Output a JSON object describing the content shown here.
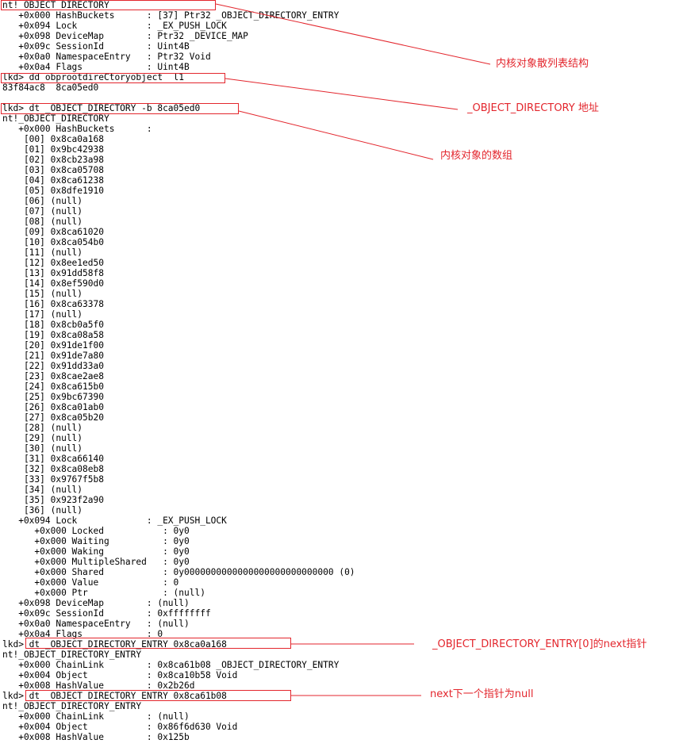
{
  "console_lines": [
    "nt!_OBJECT_DIRECTORY",
    "   +0x000 HashBuckets      : [37] Ptr32 _OBJECT_DIRECTORY_ENTRY",
    "   +0x094 Lock             : _EX_PUSH_LOCK",
    "   +0x098 DeviceMap        : Ptr32 _DEVICE_MAP",
    "   +0x09c SessionId        : Uint4B",
    "   +0x0a0 NamespaceEntry   : Ptr32 Void",
    "   +0x0a4 Flags            : Uint4B",
    "lkd> dd obprootdireCtoryobject  l1",
    "83f84ac8  8ca05ed0",
    "",
    "lkd> dt _OBJECT_DIRECTORY -b 8ca05ed0",
    "nt!_OBJECT_DIRECTORY",
    "   +0x000 HashBuckets      :",
    "    [00] 0x8ca0a168",
    "    [01] 0x9bc42938",
    "    [02] 0x8cb23a98",
    "    [03] 0x8ca05708",
    "    [04] 0x8ca61238",
    "    [05] 0x8dfe1910",
    "    [06] (null)",
    "    [07] (null)",
    "    [08] (null)",
    "    [09] 0x8ca61020",
    "    [10] 0x8ca054b0",
    "    [11] (null)",
    "    [12] 0x8ee1ed50",
    "    [13] 0x91dd58f8",
    "    [14] 0x8ef590d0",
    "    [15] (null)",
    "    [16] 0x8ca63378",
    "    [17] (null)",
    "    [18] 0x8cb0a5f0",
    "    [19] 0x8ca08a58",
    "    [20] 0x91de1f00",
    "    [21] 0x91de7a80",
    "    [22] 0x91dd33a0",
    "    [23] 0x8cae2ae8",
    "    [24] 0x8ca615b0",
    "    [25] 0x9bc67390",
    "    [26] 0x8ca01ab0",
    "    [27] 0x8ca05b20",
    "    [28] (null)",
    "    [29] (null)",
    "    [30] (null)",
    "    [31] 0x8ca66140",
    "    [32] 0x8ca08eb8",
    "    [33] 0x9767f5b8",
    "    [34] (null)",
    "    [35] 0x923f2a90",
    "    [36] (null)",
    "   +0x094 Lock             : _EX_PUSH_LOCK",
    "      +0x000 Locked           : 0y0",
    "      +0x000 Waiting          : 0y0",
    "      +0x000 Waking           : 0y0",
    "      +0x000 MultipleShared   : 0y0",
    "      +0x000 Shared           : 0y0000000000000000000000000000 (0)",
    "      +0x000 Value            : 0",
    "      +0x000 Ptr              : (null)",
    "   +0x098 DeviceMap        : (null)",
    "   +0x09c SessionId        : 0xffffffff",
    "   +0x0a0 NamespaceEntry   : (null)",
    "   +0x0a4 Flags            : 0",
    "lkd> dt _OBJECT_DIRECTORY_ENTRY 0x8ca0a168",
    "nt!_OBJECT_DIRECTORY_ENTRY",
    "   +0x000 ChainLink        : 0x8ca61b08 _OBJECT_DIRECTORY_ENTRY",
    "   +0x004 Object           : 0x8ca10b58 Void",
    "   +0x008 HashValue        : 0x2b26d",
    "lkd> dt _OBJECT_DIRECTORY_ENTRY 0x8ca61b08",
    "nt!_OBJECT_DIRECTORY_ENTRY",
    "   +0x000 ChainLink        : (null)",
    "   +0x004 Object           : 0x86f6d630 Void",
    "   +0x008 HashValue        : 0x125b"
  ],
  "annotations": [
    {
      "text": "内核对象散列表结构"
    },
    {
      "text": "_OBJECT_DIRECTORY  地址"
    },
    {
      "text": "内核对象的数组"
    },
    {
      "text": "_OBJECT_DIRECTORY_ENTRY[0]的next指针"
    },
    {
      "text": "next下一个指针为null"
    }
  ],
  "colors": {
    "background": "#ffffff",
    "text": "#000000",
    "annotation": "#e3262d"
  }
}
